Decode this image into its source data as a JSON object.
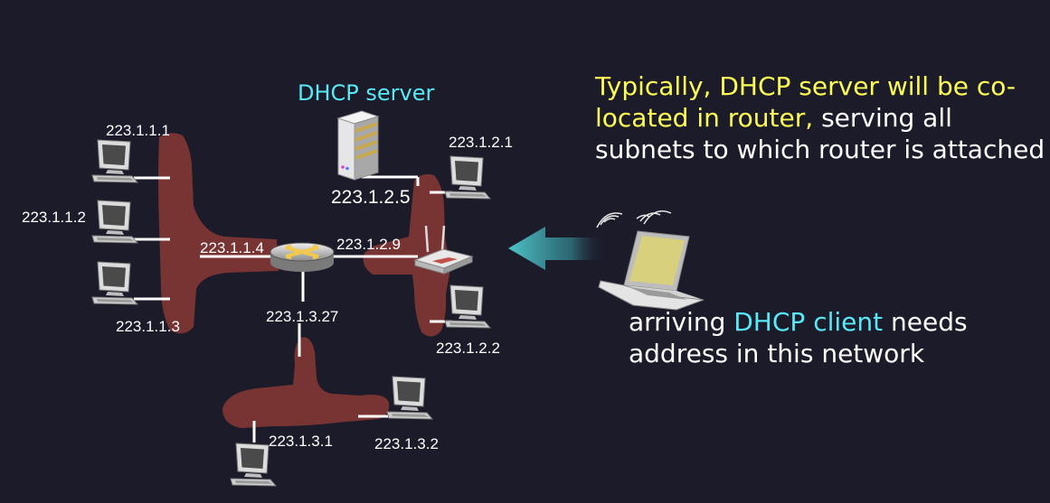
{
  "server_label": "DHCP server",
  "addresses": {
    "h111": "223.1.1.1",
    "h112": "223.1.1.2",
    "h113": "223.1.1.3",
    "r114": "223.1.1.4",
    "r129": "223.1.2.9",
    "s125": "223.1.2.5",
    "h121": "223.1.2.1",
    "h122": "223.1.2.2",
    "r1327": "223.1.3.27",
    "h131": "223.1.3.1",
    "h132": "223.1.3.2"
  },
  "top_note": {
    "highlight": "Typically, DHCP server will be  co-located in router,",
    "rest": " serving all subnets to which router is attached"
  },
  "bottom_note": {
    "before": "arriving ",
    "highlight": "DHCP client",
    "after": " needs address in this network"
  },
  "colors": {
    "background": "#1c1b2a",
    "subnet_blob": "#773432",
    "highlight_yellow": "#fdfd54",
    "highlight_cyan": "#57e9f5",
    "arrow": "#4fc3c9"
  }
}
